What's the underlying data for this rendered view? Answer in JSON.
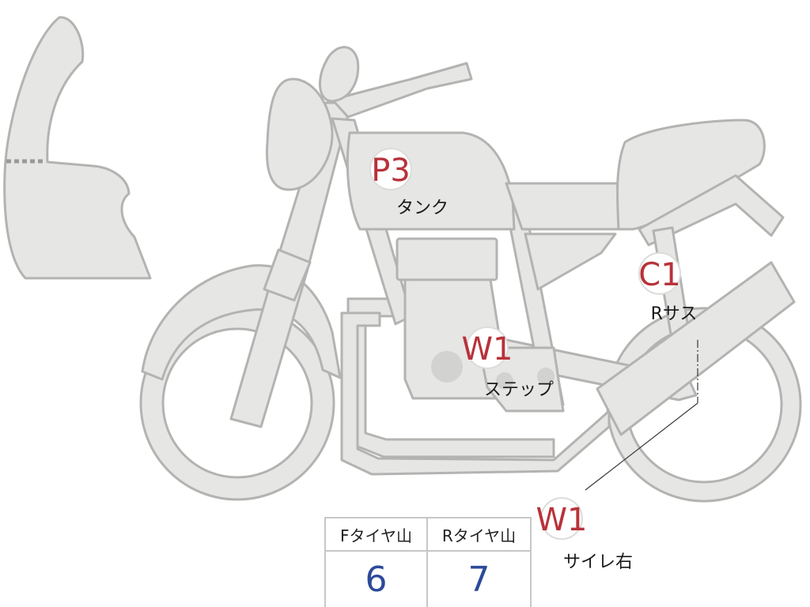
{
  "markers": [
    {
      "id": "tank",
      "code": "P3",
      "label": "タンク"
    },
    {
      "id": "rear-suspension",
      "code": "C1",
      "label": "Rサス"
    },
    {
      "id": "step",
      "code": "W1",
      "label": "ステップ"
    },
    {
      "id": "muffler-right",
      "code": "W1",
      "label": "サイレ右"
    }
  ],
  "tire_tread": {
    "front_label": "Fタイヤ山",
    "rear_label": "Rタイヤ山",
    "front_value": "6",
    "rear_value": "7"
  },
  "colors": {
    "body_fill": "#e6e6e4",
    "outline": "#b3b3b1",
    "code_text": "#b8323a",
    "value_text": "#2d4a9a"
  }
}
